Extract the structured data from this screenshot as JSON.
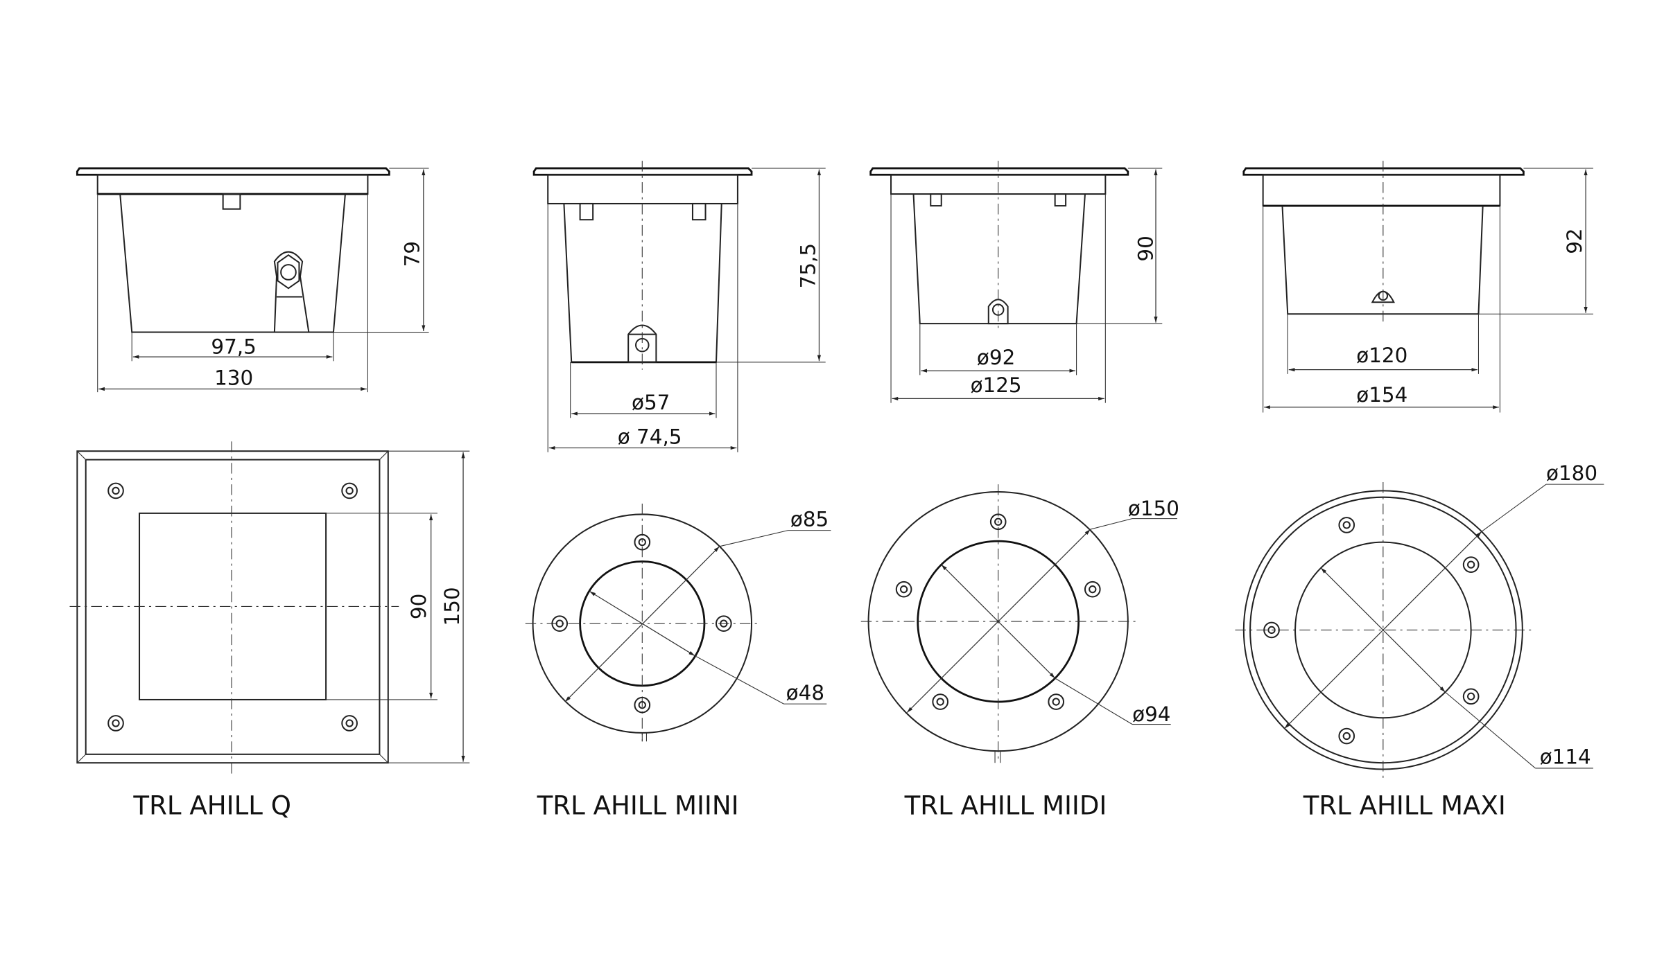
{
  "products": [
    {
      "name": "TRL AHILL Q",
      "height": "79",
      "bottom_width": "97,5",
      "top_width": "130",
      "window": "90",
      "outer": "150"
    },
    {
      "name": "TRL AHILL MIINI",
      "height": "75,5",
      "bottom_dia": "ø57",
      "top_dia": "ø 74,5",
      "outer_dia": "ø85",
      "inner_dia": "ø48"
    },
    {
      "name": "TRL AHILL MIIDI",
      "height": "90",
      "bottom_dia": "ø92",
      "top_dia": "ø125",
      "outer_dia": "ø150",
      "inner_dia": "ø94"
    },
    {
      "name": "TRL AHILL MAXI",
      "height": "92",
      "bottom_dia": "ø120",
      "top_dia": "ø154",
      "outer_dia": "ø180",
      "inner_dia": "ø114"
    }
  ]
}
